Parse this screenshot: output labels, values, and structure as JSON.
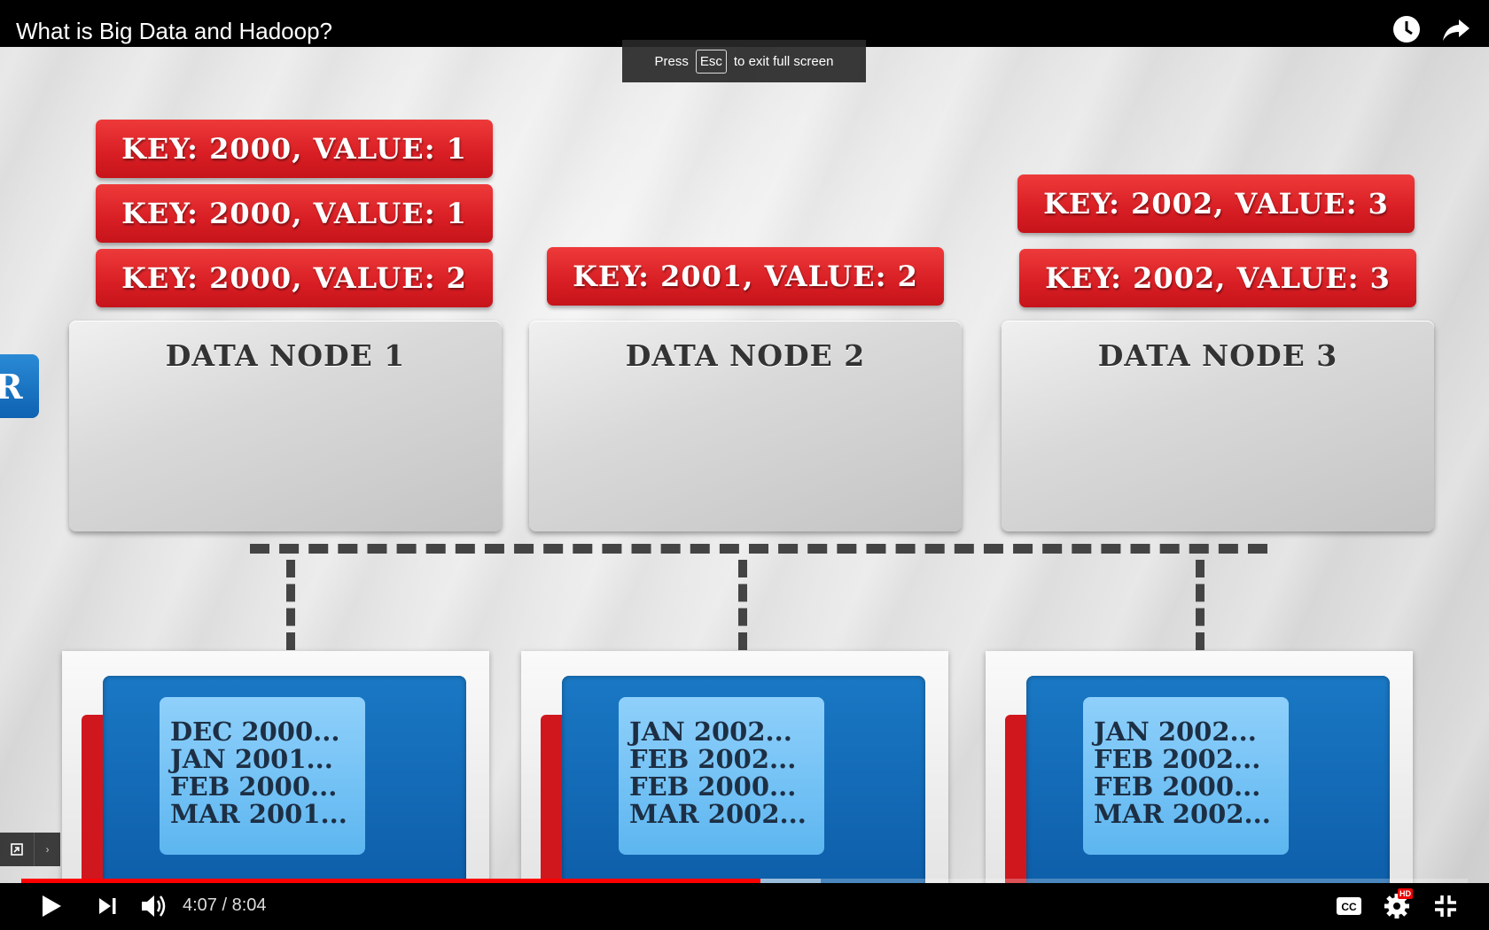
{
  "video_title": "What is Big Data and Hadoop?",
  "esc_hint": {
    "press": "Press",
    "key": "Esc",
    "suffix": "to exit full screen"
  },
  "diagram": {
    "tags": {
      "node1": [
        "KEY: 2000, VALUE: 1",
        "KEY: 2000, VALUE: 1",
        "KEY: 2000, VALUE: 2"
      ],
      "node2": [
        "KEY: 2001, VALUE: 2"
      ],
      "node3": [
        "KEY: 2002, VALUE: 3",
        "KEY: 2002, VALUE: 3"
      ]
    },
    "nodes": [
      "DATA NODE 1",
      "DATA NODE 2",
      "DATA NODE 3"
    ],
    "computers": [
      [
        "DEC 2000...",
        "JAN 2001...",
        "FEB 2000...",
        "MAR 2001..."
      ],
      [
        "JAN 2002...",
        "FEB 2002...",
        "FEB 2000...",
        "MAR 2002..."
      ],
      [
        "JAN 2002...",
        "FEB 2002...",
        "FEB 2000...",
        "MAR 2002..."
      ]
    ],
    "side_badge": "R"
  },
  "player": {
    "current_time": "4:07",
    "separator": "/",
    "duration": "8:04",
    "played_fraction": 0.511,
    "buffered_fraction": 0.553,
    "hd_badge": "HD",
    "icons": [
      "watch-later-icon",
      "share-icon",
      "play-icon",
      "next-icon",
      "volume-icon",
      "captions-icon",
      "settings-icon",
      "exit-fullscreen-icon",
      "miniplayer-icon"
    ]
  }
}
